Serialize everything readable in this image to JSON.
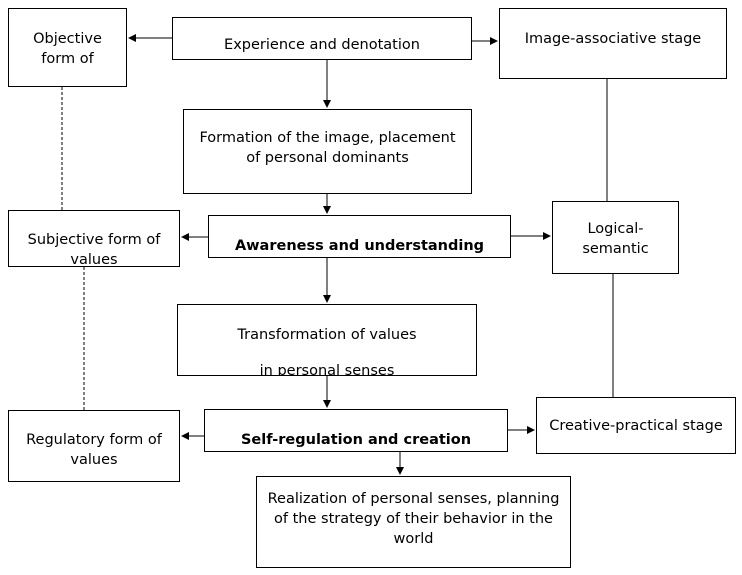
{
  "diagram": {
    "nodes": {
      "objective_form": {
        "lines": [
          "Objective",
          "form of"
        ]
      },
      "experience": {
        "lines": [
          "Experience and denotation"
        ]
      },
      "image_associative": {
        "lines": [
          "Image-associative stage"
        ]
      },
      "formation": {
        "lines": [
          "Formation of the image, placement",
          "of personal dominants"
        ]
      },
      "subjective_form": {
        "lines": [
          "Subjective form of",
          "values"
        ]
      },
      "awareness": {
        "lines": [
          "Awareness and understanding"
        ]
      },
      "logical_semantic": {
        "lines": [
          "Logical-",
          "semantic"
        ]
      },
      "transformation": {
        "lines": [
          "Transformation of values",
          "in personal senses"
        ]
      },
      "regulatory_form": {
        "lines": [
          "Regulatory form of",
          "values"
        ]
      },
      "self_regulation": {
        "lines": [
          "Self-regulation and creation"
        ]
      },
      "creative_practical": {
        "lines": [
          "Creative-practical stage"
        ]
      },
      "realization": {
        "lines": [
          "Realization of personal senses, planning",
          "of the strategy of their behavior in the",
          "world"
        ]
      }
    },
    "colors": {
      "stroke": "#000000",
      "fill": "#ffffff",
      "text": "#000000"
    }
  }
}
